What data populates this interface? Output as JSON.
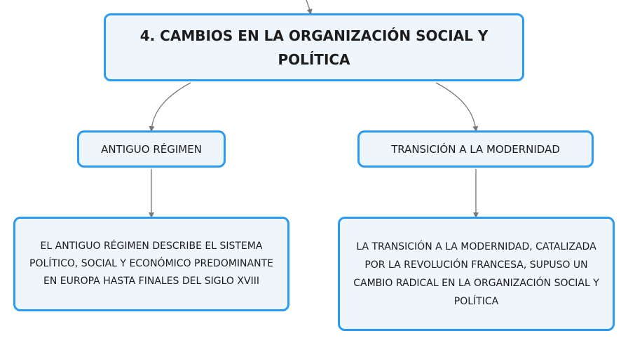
{
  "diagram": {
    "root": {
      "label": "4. CAMBIOS EN LA ORGANIZACIÓN SOCIAL Y POLÍTICA"
    },
    "branches": [
      {
        "label": "ANTIGUO RÉGIMEN",
        "description": "EL ANTIGUO RÉGIMEN DESCRIBE EL SISTEMA POLÍTICO, SOCIAL Y ECONÓMICO PREDOMINANTE EN EUROPA HASTA FINALES DEL SIGLO XVIII"
      },
      {
        "label": "TRANSICIÓN A LA MODERNIDAD",
        "description": "LA TRANSICIÓN A LA MODERNIDAD, CATALIZADA POR LA REVOLUCIÓN FRANCESA, SUPUSO UN CAMBIO RADICAL EN LA ORGANIZACIÓN SOCIAL Y POLÍTICA"
      }
    ],
    "colors": {
      "node_border": "#2b9af3",
      "node_fill": "#eef5fb",
      "connector": "#777777",
      "text": "#1c1c1c"
    }
  }
}
